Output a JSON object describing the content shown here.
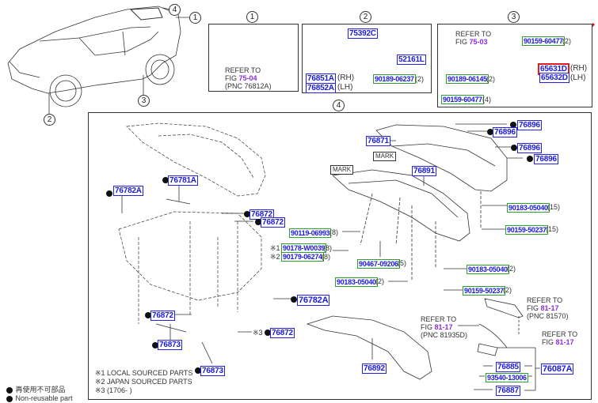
{
  "callouts": {
    "c1": "1",
    "c2": "2",
    "c3": "3",
    "c4": "4"
  },
  "panel1": {
    "refer_line1": "REFER TO",
    "refer_line2_prefix": "FIG ",
    "refer_fig": "75-04",
    "refer_line3": "(PNC 76812A)"
  },
  "panel2": {
    "part_75392C": "75392C",
    "part_52161L": "52161L",
    "part_76851A": "76851A",
    "part_76851A_side": "(RH)",
    "part_76852A": "76852A",
    "part_76852A_side": "(LH)",
    "part_90189_06237": "90189-06237",
    "part_90189_06237_qty": "(2)"
  },
  "panel3": {
    "refer_line1": "REFER TO",
    "refer_line2_prefix": "FIG ",
    "refer_fig": "75-03",
    "part_90159_60477_a": "90159-60477",
    "part_90159_60477_a_qty": "(2)",
    "part_65631D": "65631D",
    "part_65631D_side": "(RH)",
    "part_65632D": "65632D",
    "part_65632D_side": "(LH)",
    "part_90189_06145": "90189-06145",
    "part_90189_06145_qty": "(2)",
    "part_90159_60477_b": "90159-60477",
    "part_90159_60477_b_qty": "(4)"
  },
  "panel4": {
    "p76782A_top": "76782A",
    "p76781A": "76781A",
    "p76872_a": "76872",
    "p76872_b": "76872",
    "p76871": "76871",
    "mark1": "MARK",
    "mark2": "MARK",
    "p76891": "76891",
    "p76896_a": "76896",
    "p76896_b": "76896",
    "p76896_c": "76896",
    "p76896_d": "76896",
    "p90119_06993": "90119-06993",
    "p90119_06993_qty": "(8)",
    "note1_prefix": "※1",
    "p90178_W0039": "90178-W0039",
    "p90178_W0039_qty": "(8)",
    "note2_prefix": "※2",
    "p90179_06274": "90179-06274",
    "p90179_06274_qty": "(8)",
    "p90467_09206": "90467-09206",
    "p90467_09206_qty": "(5)",
    "p90183_05040_a": "90183-05040",
    "p90183_05040_a_qty": "(15)",
    "p90159_50237_a": "90159-50237",
    "p90159_50237_a_qty": "(15)",
    "p90183_05040_b": "90183-05040",
    "p90183_05040_b_qty": "(2)",
    "p90183_05040_c": "90183-05040",
    "p90183_05040_c_qty": "(2)",
    "p90159_50237_b": "90159-50237",
    "p90159_50237_b_qty": "(2)",
    "p76782A_mid": "76782A",
    "p76872_c": "76872",
    "p76873_a": "76873",
    "note3_prefix": "※3",
    "p76872_d": "76872",
    "p76873_b": "76873",
    "p76892": "76892",
    "refer_81570_l1": "REFER TO",
    "refer_81570_l2_prefix": "FIG ",
    "refer_81570_fig": "81-17",
    "refer_81570_l3": "(PNC 81570)",
    "refer_81935D_l1": "REFER TO",
    "refer_81935D_l2_prefix": "FIG ",
    "refer_81935D_fig": "81-17",
    "refer_81935D_l3": "(PNC 81935D)",
    "refer_bolt_l1": "REFER TO",
    "refer_bolt_l2_prefix": "FIG ",
    "refer_bolt_fig": "81-17",
    "p76885": "76885",
    "p93540_13006": "93540-13006",
    "p76887": "76887",
    "p76087A": "76087A",
    "notes": [
      "※1  LOCAL SOURCED PARTS",
      "※2  JAPAN SOURCED PARTS",
      "※3  (1706-       )"
    ]
  },
  "legend": {
    "line1": "再使用不可部品",
    "line2": "Non-reusable part"
  },
  "colors": {
    "part_blue": "#1a1adc",
    "part_border_blue": "#2222e0",
    "part_border_green": "#2ea02e",
    "highlight_red": "#e21b1b",
    "fig_ref_purple": "#8a2be2"
  }
}
